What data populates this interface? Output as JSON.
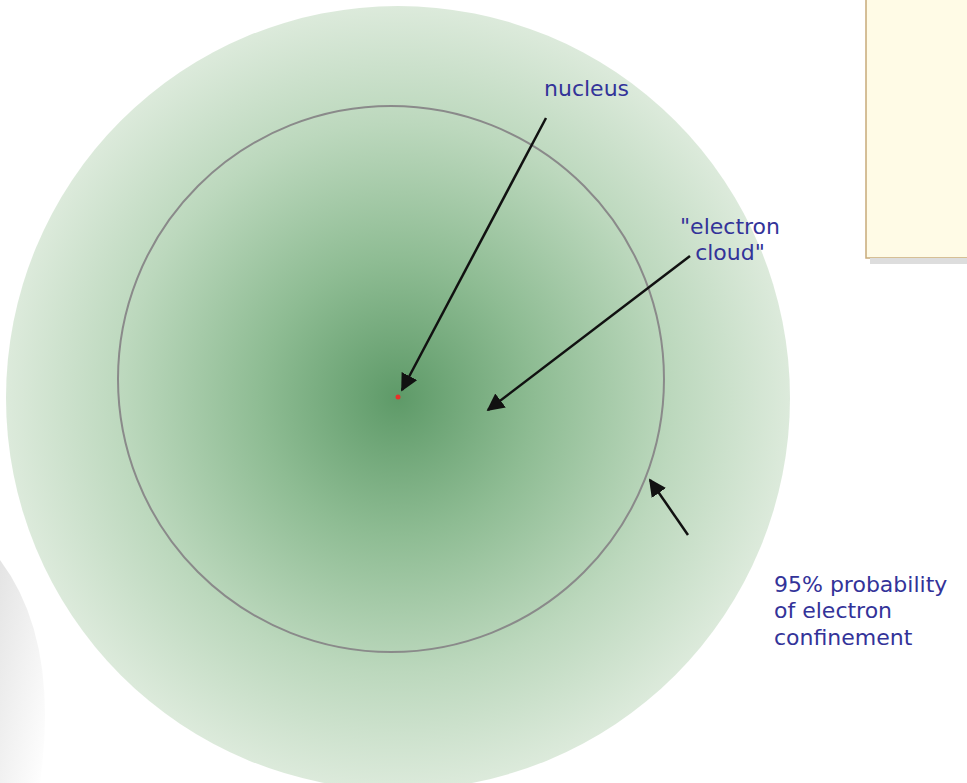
{
  "diagram": {
    "labels": [
      "nucleus",
      "\"electron cloud\"",
      "95% probability of electron confinement"
    ]
  }
}
